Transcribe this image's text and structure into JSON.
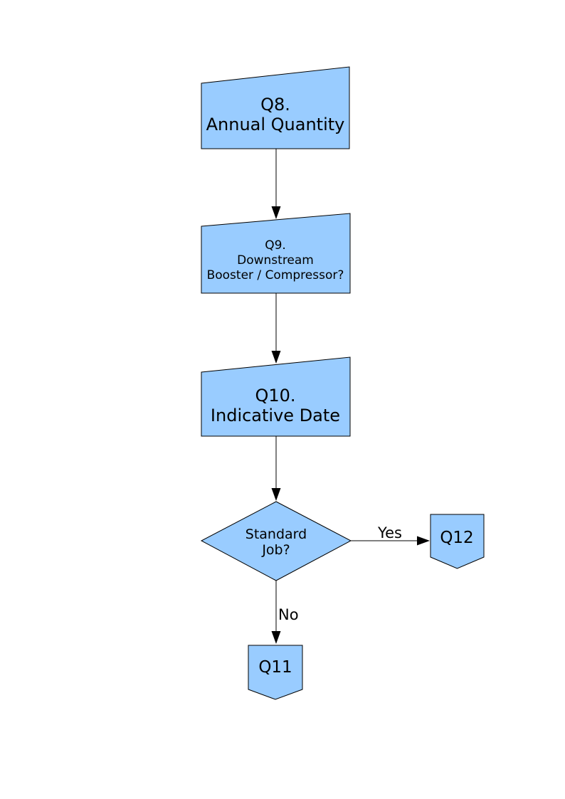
{
  "colors": {
    "node_fill": "#99CCFF",
    "node_stroke": "#000000",
    "connector": "#000000",
    "text": "#000000",
    "background": "#FFFFFF"
  },
  "nodes": {
    "q8": {
      "shape": "manual-input",
      "lines": [
        "Q8.",
        "Annual Quantity"
      ]
    },
    "q9": {
      "shape": "manual-input",
      "lines": [
        "Q9.",
        "Downstream",
        "Booster / Compressor?"
      ]
    },
    "q10": {
      "shape": "manual-input",
      "lines": [
        "Q10.",
        "Indicative Date"
      ]
    },
    "decision": {
      "shape": "diamond",
      "lines": [
        "Standard",
        "Job?"
      ]
    },
    "q11": {
      "shape": "off-page-connector",
      "label": "Q11"
    },
    "q12": {
      "shape": "off-page-connector",
      "label": "Q12"
    }
  },
  "edges": {
    "decision_to_q12": {
      "label": "Yes"
    },
    "decision_to_q11": {
      "label": "No"
    }
  }
}
